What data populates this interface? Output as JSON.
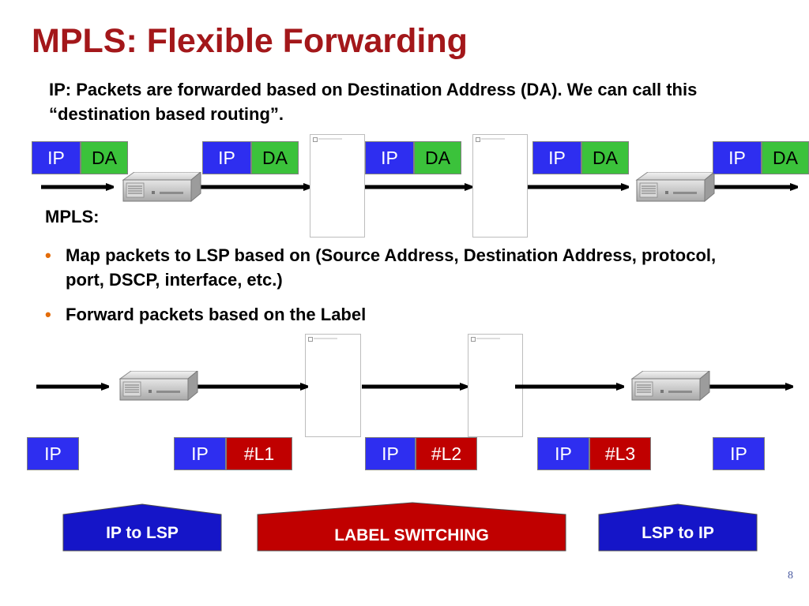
{
  "title": "MPLS: Flexible Forwarding",
  "intro": "IP: Packets are forwarded based on Destination Address (DA).  We can call this “destination based routing”.",
  "mpls_heading": "MPLS:",
  "bullets": [
    "Map packets to LSP based on (Source Address, Destination Address, protocol, port, DSCP, interface, etc.)",
    "Forward packets based on the Label"
  ],
  "ip_row": {
    "packets": [
      {
        "ip": "IP",
        "da": "DA"
      },
      {
        "ip": "IP",
        "da": "DA"
      },
      {
        "ip": "IP",
        "da": "DA"
      },
      {
        "ip": "IP",
        "da": "DA"
      },
      {
        "ip": "IP",
        "da": "DA"
      }
    ]
  },
  "mpls_row": {
    "packets": [
      {
        "ip": "IP",
        "label": ""
      },
      {
        "ip": "IP",
        "label": "#L1"
      },
      {
        "ip": "IP",
        "label": "#L2"
      },
      {
        "ip": "IP",
        "label": "#L3"
      },
      {
        "ip": "IP",
        "label": ""
      }
    ]
  },
  "banners": {
    "ip_to_lsp": "IP to LSP",
    "label_switching": "LABEL SWITCHING",
    "lsp_to_ip": "LSP to IP"
  },
  "page_number": "8",
  "colors": {
    "title": "#a3171a",
    "ip_cell": "#2e2ef0",
    "da_cell": "#3bc23b",
    "label_cell": "#c00000",
    "bullet": "#e36c0a",
    "banner_blue": "#1515c8",
    "banner_red": "#c00000"
  },
  "icons": [
    "router-icon",
    "arrow-right-icon",
    "image-placeholder-icon"
  ]
}
